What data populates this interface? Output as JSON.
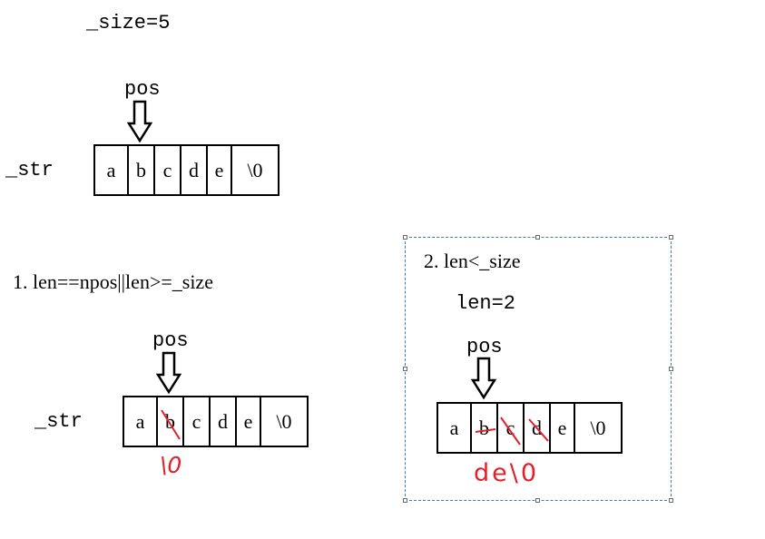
{
  "top": {
    "size_label": "_size=5",
    "pos_label": "pos",
    "str_label": "_str",
    "cells": [
      "a",
      "b",
      "c",
      "d",
      "e",
      "\\0"
    ]
  },
  "case1": {
    "title": "1. len==npos||len>=_size",
    "pos_label": "pos",
    "str_label": "_str",
    "cells": [
      "a",
      "b",
      "c",
      "d",
      "e",
      "\\0"
    ],
    "handwritten": "\\0"
  },
  "case2": {
    "title": "2. len<_size",
    "len_label": "len=2",
    "pos_label": "pos",
    "cells": [
      "a",
      "b",
      "c",
      "d",
      "e",
      "\\0"
    ],
    "handwritten": "de\\0"
  },
  "colors": {
    "annotation": "#e0202a",
    "selection": "#3a7bbf"
  }
}
